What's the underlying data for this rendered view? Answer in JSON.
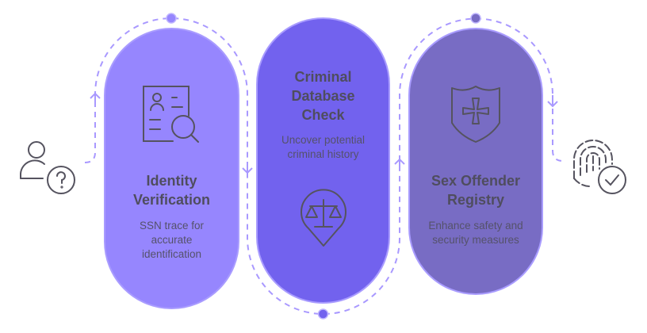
{
  "colors": {
    "step1": "#9686fe",
    "step2": "#7262ee",
    "step3": "#786cc4",
    "connector": "#a999ff",
    "text": "#4f4d5e"
  },
  "start_icon": "person-question-icon",
  "end_icon": "fingerprint-check-icon",
  "steps": [
    {
      "title": "Identity Verification",
      "description": "SSN trace for accurate identification",
      "icon": "id-card-search-icon"
    },
    {
      "title": "Criminal Database Check",
      "description": "Uncover potential criminal history",
      "icon": "justice-scale-pin-icon"
    },
    {
      "title": "Sex Offender Registry",
      "description": "Enhance safety and security measures",
      "icon": "shield-cross-icon"
    }
  ]
}
